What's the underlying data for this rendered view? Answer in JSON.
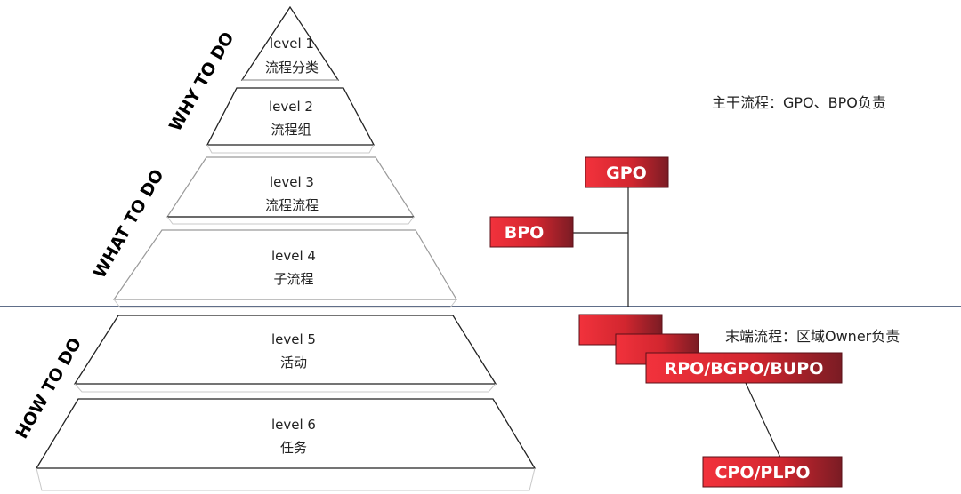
{
  "levels": [
    {
      "level": "level 1",
      "name": "流程分类"
    },
    {
      "level": "level 2",
      "name": "流程组"
    },
    {
      "level": "level 3",
      "name": "流程流程"
    },
    {
      "level": "level 4",
      "name": "子流程"
    },
    {
      "level": "level 5",
      "name": "活动"
    },
    {
      "level": "level 6",
      "name": "任务"
    }
  ],
  "side_labels": {
    "why": "WHY TO DO",
    "what": "WHAT TO DO",
    "how": "HOW TO DO"
  },
  "notes": {
    "backbone": "主干流程：GPO、BPO负责",
    "terminal": "末端流程：区域Owner负责"
  },
  "owners": {
    "gpo": "GPO",
    "bpo": "BPO",
    "rpo": "RPO/BGPO/BUPO",
    "cpo": "CPO/PLPO"
  },
  "colors": {
    "box_light": "#f2323c",
    "box_dark": "#7a1c24",
    "divider": "#4a5a78"
  }
}
